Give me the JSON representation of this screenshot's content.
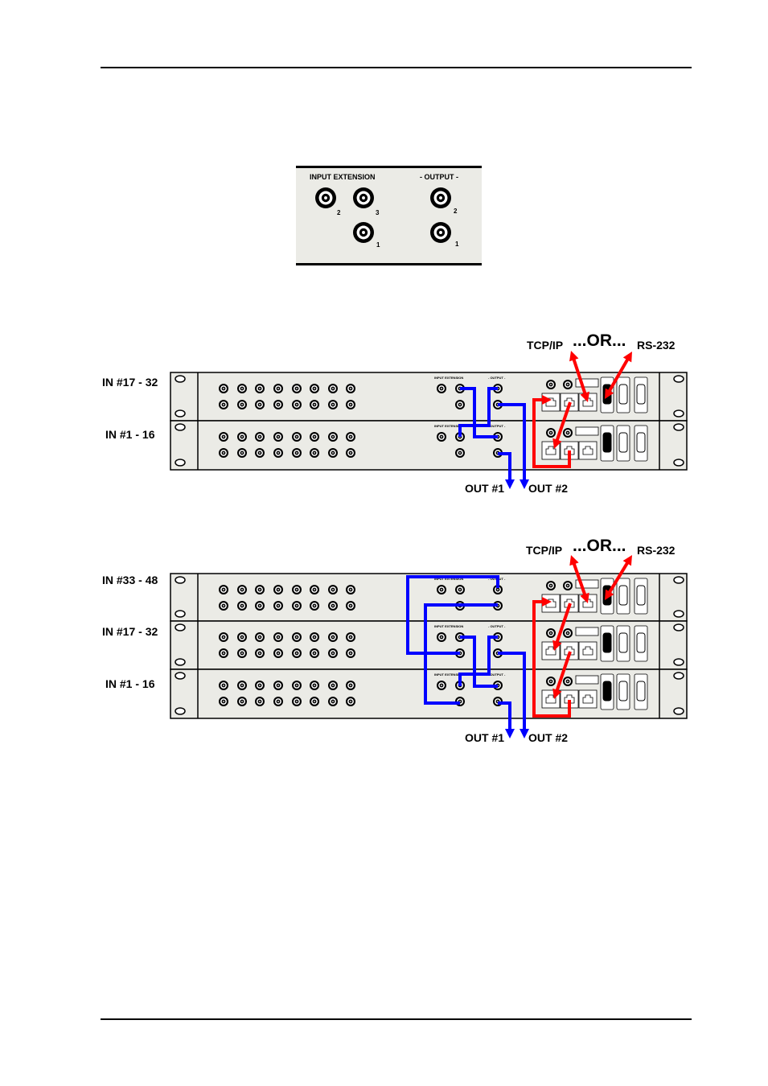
{
  "panel": {
    "input_extension_label": "INPUT EXTENSION",
    "output_label": "- OUTPUT -",
    "connectors": {
      "in2": "2",
      "in3": "3",
      "in1": "1",
      "out2": "2",
      "out1": "1"
    }
  },
  "diagram1": {
    "tcpip": "TCP/IP",
    "or": "...OR...",
    "rs232": "RS-232",
    "racks": [
      "IN #17 - 32",
      "IN #1 - 16"
    ],
    "out1": "OUT #1",
    "out2": "OUT #2"
  },
  "diagram2": {
    "tcpip": "TCP/IP",
    "or": "...OR...",
    "rs232": "RS-232",
    "racks": [
      "IN #33 - 48",
      "IN #17 - 32",
      "IN #1 - 16"
    ],
    "out1": "OUT #1",
    "out2": "OUT #2"
  },
  "colors": {
    "video_cable": "#0000ff",
    "control_cable": "#ff0000",
    "chassis": "#ebebe6"
  }
}
